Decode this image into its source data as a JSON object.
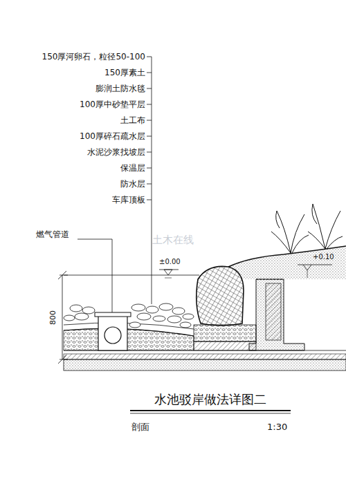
{
  "diagram": {
    "title": "水池驳岸做法详图二",
    "labels": [
      "150厚河卵石，粒径50-100",
      "150厚素土",
      "膨润土防水毯",
      "100厚中砂垫平层",
      "土工布",
      "100厚碎石疏水层",
      "水泥沙浆找坡层",
      "保温层",
      "防水层",
      "车库顶板",
      "燃气管道",
      "±0.00",
      "+0.10",
      "800",
      "土木在线",
      "剖面",
      "1:30"
    ]
  }
}
